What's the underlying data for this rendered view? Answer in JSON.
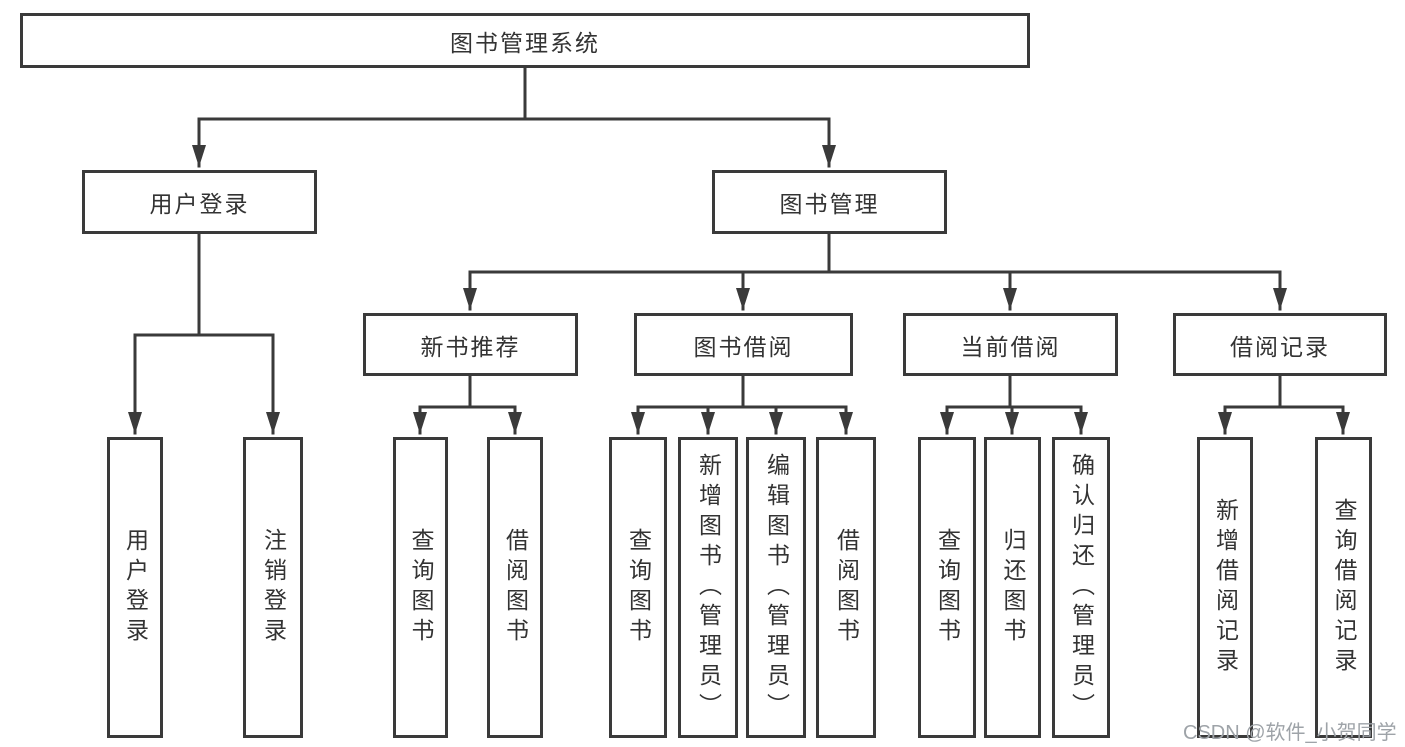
{
  "diagram": {
    "type": "feature-tree",
    "watermark": "CSDN @软件_小贺同学",
    "colors": {
      "background": "#ffffff",
      "line": "#3a3a3a",
      "box_border": "#3a3a3a",
      "text": "#333333",
      "watermark": "#9ea3a8"
    }
  },
  "nodes": {
    "root": {
      "id": "library-management-system",
      "label": "图书管理系统"
    },
    "level2": [
      {
        "id": "user-login",
        "label": "用户登录",
        "parent": "library-management-system"
      },
      {
        "id": "book-management",
        "label": "图书管理",
        "parent": "library-management-system"
      }
    ],
    "level3": [
      {
        "id": "new-book-recommend",
        "label": "新书推荐",
        "parent": "book-management"
      },
      {
        "id": "book-borrow",
        "label": "图书借阅",
        "parent": "book-management"
      },
      {
        "id": "current-borrow",
        "label": "当前借阅",
        "parent": "book-management"
      },
      {
        "id": "borrow-records",
        "label": "借阅记录",
        "parent": "book-management"
      }
    ],
    "leaves": [
      {
        "id": "leaf-user-login",
        "label": "用户登录",
        "parent": "user-login"
      },
      {
        "id": "leaf-logout",
        "label": "注销登录",
        "parent": "user-login"
      },
      {
        "id": "leaf-query-books-recommend",
        "label": "查询图书",
        "parent": "new-book-recommend"
      },
      {
        "id": "leaf-borrow-books-recommend",
        "label": "借阅图书",
        "parent": "new-book-recommend"
      },
      {
        "id": "leaf-query-books-borrow",
        "label": "查询图书",
        "parent": "book-borrow"
      },
      {
        "id": "leaf-add-book-admin",
        "label": "新增图书（管理员）",
        "parent": "book-borrow"
      },
      {
        "id": "leaf-edit-book-admin",
        "label": "编辑图书（管理员）",
        "parent": "book-borrow"
      },
      {
        "id": "leaf-borrow-books",
        "label": "借阅图书",
        "parent": "book-borrow"
      },
      {
        "id": "leaf-query-books-current",
        "label": "查询图书",
        "parent": "current-borrow"
      },
      {
        "id": "leaf-return-books",
        "label": "归还图书",
        "parent": "current-borrow"
      },
      {
        "id": "leaf-confirm-return-admin",
        "label": "确认归还（管理员）",
        "parent": "current-borrow"
      },
      {
        "id": "leaf-add-borrow-record",
        "label": "新增借阅记录",
        "parent": "borrow-records"
      },
      {
        "id": "leaf-query-borrow-record",
        "label": "查询借阅记录",
        "parent": "borrow-records"
      }
    ]
  }
}
